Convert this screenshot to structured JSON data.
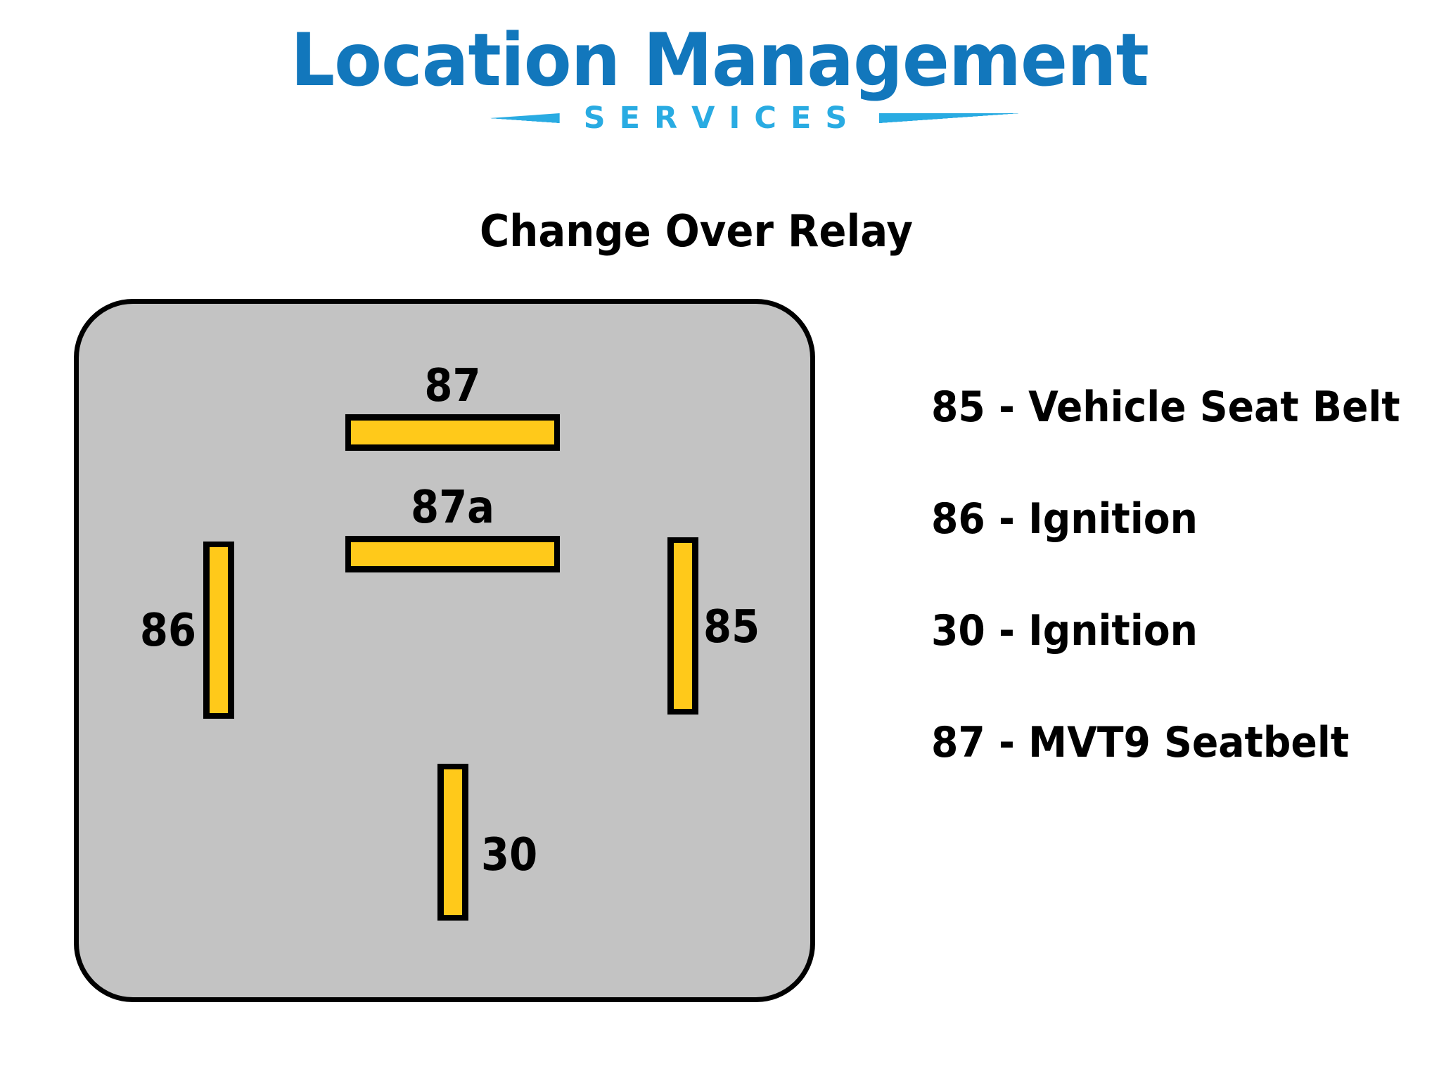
{
  "logo": {
    "wordmark": "Location Management",
    "services": "SERVICES",
    "wordmark_color": "#1277bc",
    "services_color": "#29abe2"
  },
  "diagram": {
    "title": "Change Over Relay",
    "body_fill_color": "#c3c3c3",
    "terminal_fill_color": "#ffc91a",
    "outline_color": "#000000",
    "terminals": [
      {
        "id": "87",
        "label": "87",
        "orientation": "horizontal"
      },
      {
        "id": "87a",
        "label": "87a",
        "orientation": "horizontal"
      },
      {
        "id": "86",
        "label": "86",
        "orientation": "vertical"
      },
      {
        "id": "85",
        "label": "85",
        "orientation": "vertical"
      },
      {
        "id": "30",
        "label": "30",
        "orientation": "vertical"
      }
    ]
  },
  "pin_legend": {
    "items": [
      {
        "pin": "85",
        "text": "85 - Vehicle Seat Belt"
      },
      {
        "pin": "86",
        "text": "86 - Ignition"
      },
      {
        "pin": "30",
        "text": "30 - Ignition"
      },
      {
        "pin": "87",
        "text": "87 - MVT9 Seatbelt"
      }
    ]
  }
}
